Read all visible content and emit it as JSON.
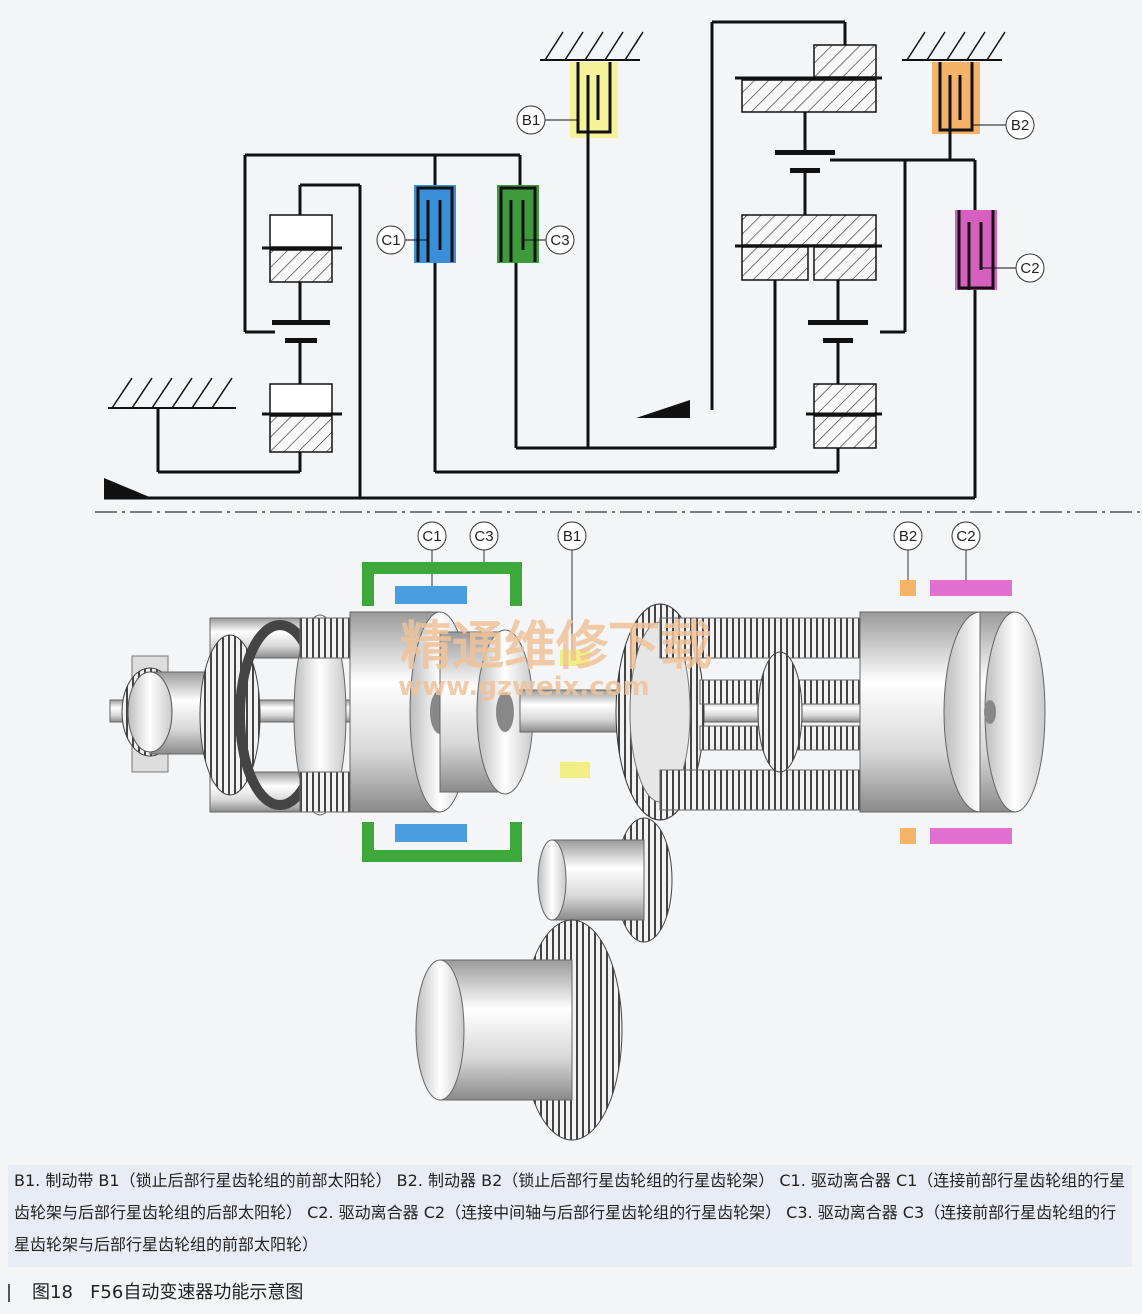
{
  "labels": {
    "b1": "B1",
    "b2": "B2",
    "c1": "C1",
    "c2": "C2",
    "c3": "C3"
  },
  "watermark": {
    "cn": "精通维修下载",
    "url": "www.gzweix.com"
  },
  "legend": {
    "b1": "B1. 制动带 B1（锁止后部行星齿轮组的前部太阳轮）",
    "b2": "B2. 制动器 B2（锁止后部行星齿轮组的行星齿轮架）",
    "c1": "C1. 驱动离合器 C1（连接前部行星齿轮组的行星齿轮架与后部行星齿轮组的后部太阳轮）",
    "c2": "C2. 驱动离合器 C2（连接中间轴与后部行星齿轮组的行星齿轮架）",
    "c3": "C3. 驱动离合器 C3（连接前部行星齿轮组的行星齿轮架与后部行星齿轮组的前部太阳轮）"
  },
  "caption": {
    "figure": "图18",
    "title": "F56自动变速器功能示意图"
  },
  "colors": {
    "b1": "#f6f29a",
    "b2": "#f5b36a",
    "c1": "#3b8fd9",
    "c2": "#d65fc0",
    "c3": "#3f9a3c",
    "clutch_frame": "#3fa83a",
    "c1_bar": "#4a9ee0",
    "b2_small": "#f6b46b",
    "c2_bar": "#e070d0",
    "b1_small": "#f2ee86"
  }
}
